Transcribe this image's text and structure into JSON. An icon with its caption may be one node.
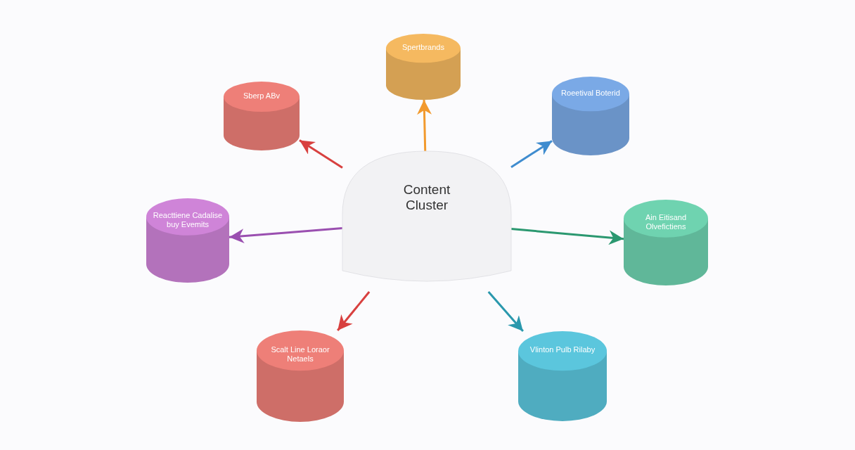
{
  "diagram": {
    "nodes": [
      {
        "text": [
          "Content Cluster"
        ]
      },
      {
        "text": [
          "Spertbrands"
        ]
      },
      {
        "text": [
          "Sberp ABv"
        ]
      },
      {
        "text": [
          "Roeetival Boterid"
        ]
      },
      {
        "text": [
          "Reacttiene Cadalise buy Evemits"
        ]
      },
      {
        "text": [
          "Ain Eitisand Olvefictiens"
        ]
      },
      {
        "text": [
          "Scalt Line Loraor Netaels"
        ]
      },
      {
        "text": [
          "Vlinton Pulb Rilaby"
        ]
      }
    ],
    "edges": [
      {
        "from": 0,
        "to": 1,
        "arrow": "to",
        "color": "#f29a2e"
      },
      {
        "from": 0,
        "to": 2,
        "arrow": "to",
        "color": "#d8403f"
      },
      {
        "from": 0,
        "to": 3,
        "arrow": "to",
        "color": "#3f8ccf"
      },
      {
        "from": 0,
        "to": 4,
        "arrow": "to",
        "color": "#9a4fb0"
      },
      {
        "from": 0,
        "to": 5,
        "arrow": "to",
        "color": "#2b9870"
      },
      {
        "from": 0,
        "to": 6,
        "arrow": "to",
        "color": "#d8403f"
      },
      {
        "from": 0,
        "to": 7,
        "arrow": "to",
        "color": "#2a98ad"
      }
    ]
  }
}
